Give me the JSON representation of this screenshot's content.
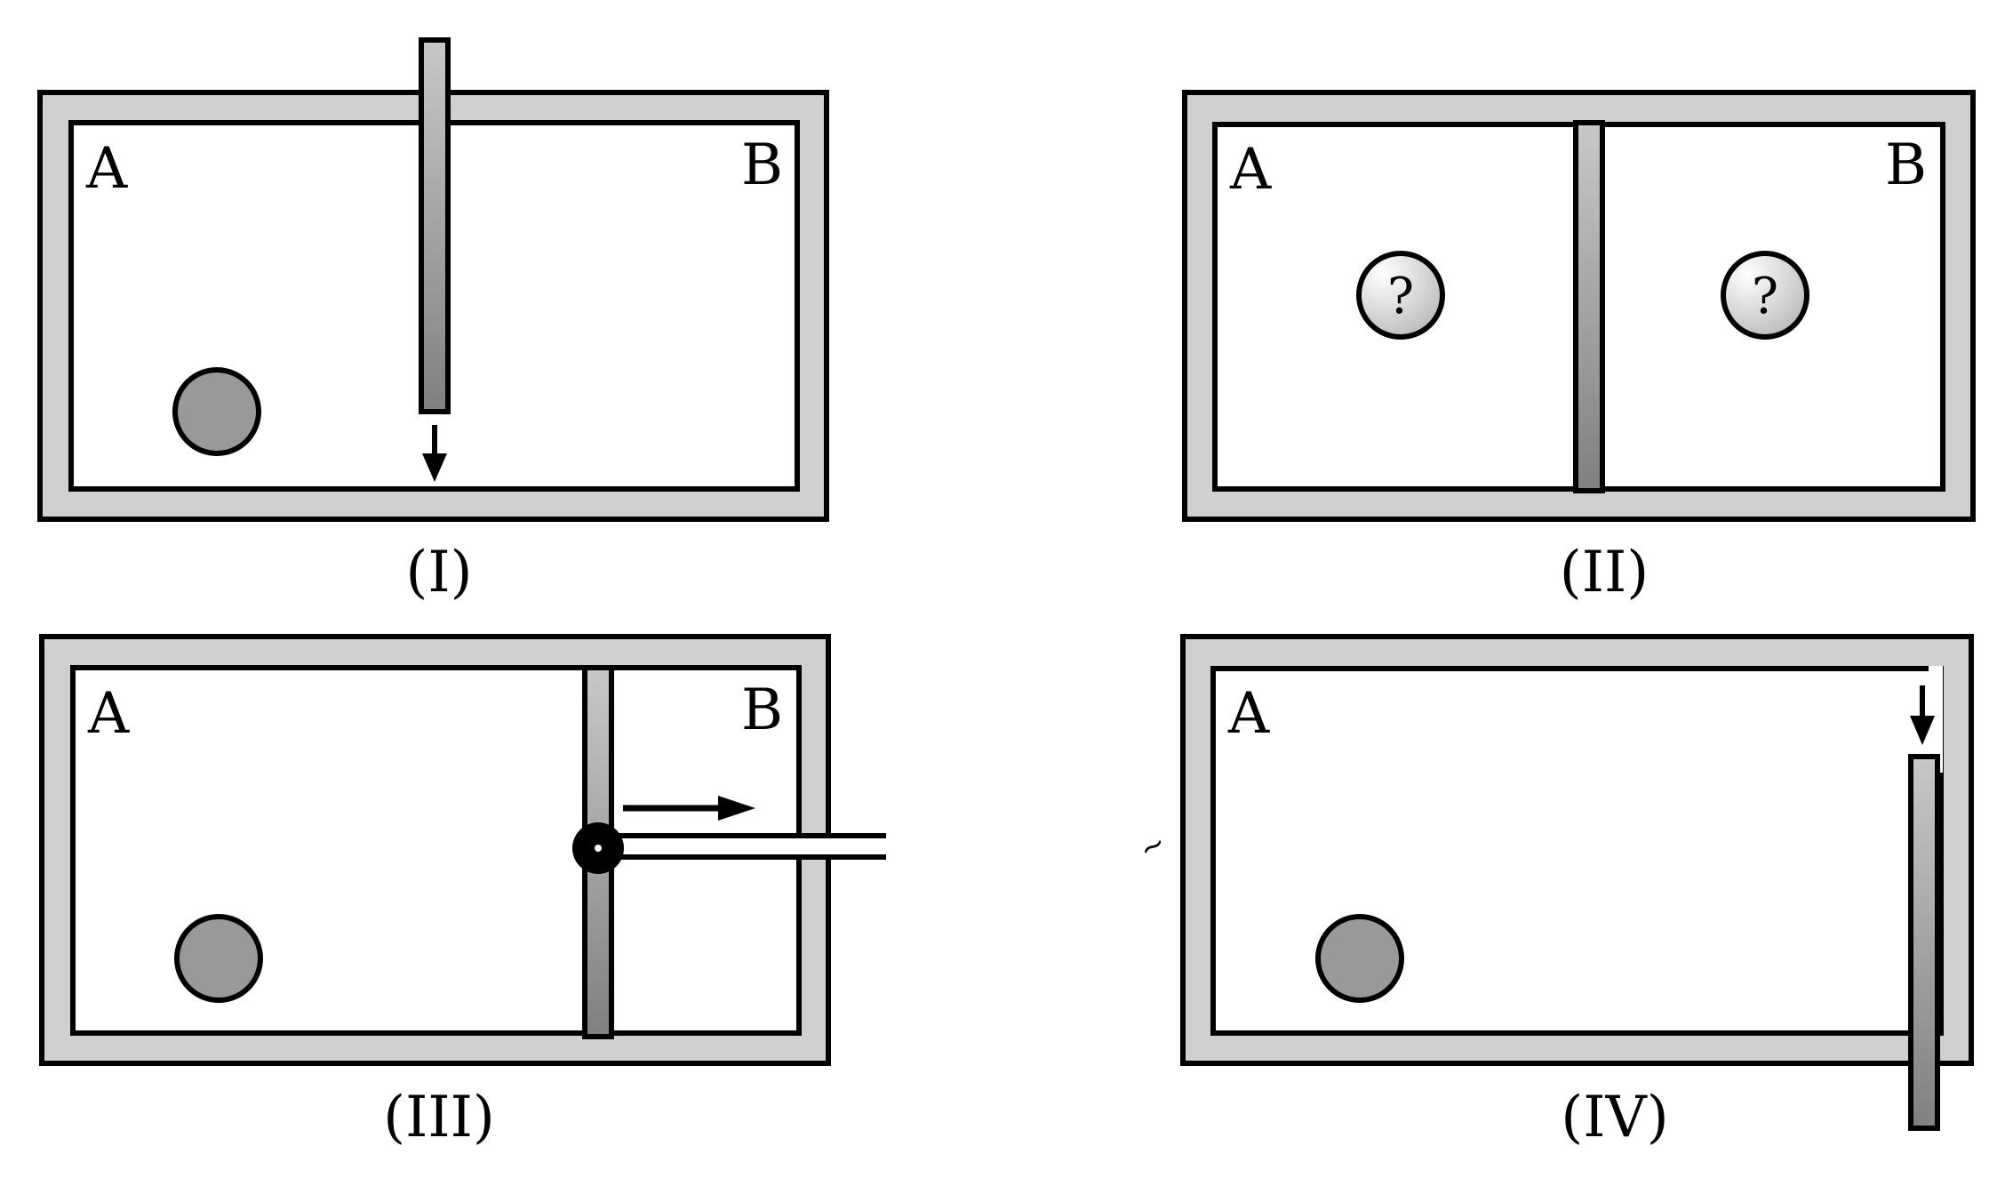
{
  "colors": {
    "wall": "#d0d0d0",
    "outline": "#000000",
    "interior": "#ffffff",
    "particle": "#999999",
    "partition_light": "#c8c8c8",
    "partition_dark": "#808080"
  },
  "panels": [
    {
      "id": "I",
      "caption": "(I)",
      "labels": {
        "left": "A",
        "right": "B"
      },
      "particle_count": 1,
      "partition": "inserting-from-top",
      "arrow": "down"
    },
    {
      "id": "II",
      "caption": "(II)",
      "labels": {
        "left": "A",
        "right": "B"
      },
      "unknowns": [
        "?",
        "?"
      ],
      "partition": "closed-middle"
    },
    {
      "id": "III",
      "caption": "(III)",
      "labels": {
        "left": "A",
        "right": "B"
      },
      "particle_count": 1,
      "partition": "piston-moving-right",
      "arrow": "right"
    },
    {
      "id": "IV",
      "caption": "(IV)",
      "labels": {
        "left": "A"
      },
      "particle_count": 1,
      "partition": "removed-at-right-wall",
      "arrow": "down",
      "side_mark": "~"
    }
  ]
}
